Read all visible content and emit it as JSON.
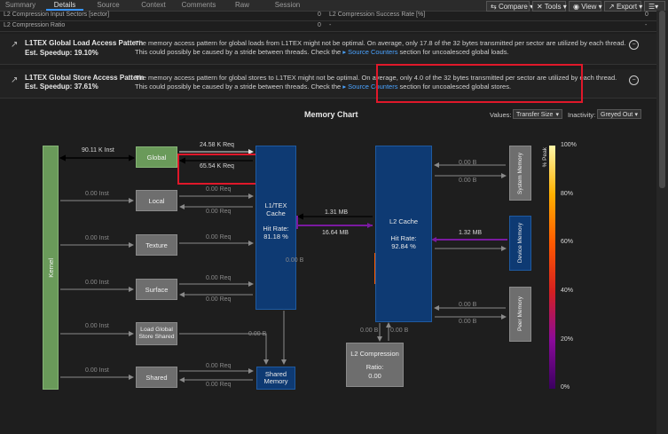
{
  "tabs": [
    {
      "label": "Summary",
      "active": false
    },
    {
      "label": "Details",
      "active": true
    },
    {
      "label": "Source",
      "active": false
    },
    {
      "label": "Context",
      "active": false
    },
    {
      "label": "Comments",
      "active": false
    },
    {
      "label": "Raw",
      "active": false
    },
    {
      "label": "Session",
      "active": false
    }
  ],
  "toolbar": {
    "compare": "Compare",
    "tools": "Tools",
    "view": "View",
    "export": "Export",
    "menu": "☰"
  },
  "rows": [
    {
      "left": "L2 Compression Input Sectors [sector]",
      "lval": "0",
      "right": "L2 Compression Success Rate [%]",
      "rval": "0"
    },
    {
      "left": "L2 Compression Ratio",
      "lval": "0",
      "right": "-",
      "rval": "-"
    }
  ],
  "sections": [
    {
      "title": "L1TEX Global Load Access Pattern",
      "speedup": "Est. Speedup: 19.10%",
      "text_a": "The memory access pattern for global loads from L1TEX might not be optimal. On average, only 17.8 of the 32 bytes transmitted per sector are utilized by each thread. This could possibly be caused by a stride between threads. Check the ",
      "link": "Source Counters",
      "text_b": " section for uncoalesced global loads."
    },
    {
      "title": "L1TEX Global Store Access Pattern",
      "speedup": "Est. Speedup: 37.61%",
      "text_a": "The memory access pattern for global stores to L1TEX might not be optimal. On average, only 4.0 of the 32 bytes transmitted per sector are utilized by each thread. This could possibly be caused by a stride between threads. Check the ",
      "link": "Source Counters",
      "text_b": " section for uncoalesced global stores."
    }
  ],
  "chart": {
    "title": "Memory Chart",
    "values_label": "Values:",
    "values_select": "Transfer Size",
    "inactivity_label": "Inactivity:",
    "inactivity_select": "Greyed Out"
  },
  "diagram": {
    "kernel": "Kernel",
    "kernel_global": "90.11 K Inst",
    "global": "Global",
    "local": "Local",
    "texture": "Texture",
    "surface": "Surface",
    "load_global_shared": "Load Global Store Shared",
    "shared": "Shared",
    "inst_local": "0.00 Inst",
    "inst_texture": "0.00 Inst",
    "inst_surface": "0.00 Inst",
    "inst_lgs": "0.00 Inst",
    "inst_shared": "0.00 Inst",
    "global_req_load": "24.58 K Req",
    "global_req_store": "65.54 K Req",
    "req_local_1": "0.00 Req",
    "req_local_2": "0.00 Req",
    "req_texture": "0.00 Req",
    "req_surface_1": "0.00 Req",
    "req_surface_2": "0.00 Req",
    "req_shared_1": "0.00 Req",
    "req_shared_2": "0.00 Req",
    "l1_name": "L1/TEX Cache",
    "l1_hit_label": "Hit Rate:",
    "l1_hit": "81.18 %",
    "l1_internal": "0.00 B",
    "l1_to_shared": "0.00 B",
    "shared_memory": "Shared Memory",
    "l2_to_l1": "1.31 MB",
    "l1_to_l2": "16.64 MB",
    "l2_name": "L2 Cache",
    "l2_hit_label": "Hit Rate:",
    "l2_hit": "92.84 %",
    "sys_bytes": "0.00 B",
    "sys_bytes_2": "0.00 B",
    "system_memory": "System Memory",
    "dev_bytes": "1.32 MB",
    "device_memory": "Device Memory",
    "peer_bytes": "0.00 B",
    "peer_bytes_2": "0.00 B",
    "peer_memory": "Peer Memory",
    "l2c_in": "0.00 B",
    "l2c_out": "0.00 B",
    "l2_compression": "L2 Compression",
    "l2c_ratio_label": "Ratio:",
    "l2c_ratio": "0.00"
  },
  "legend": {
    "title": "% Peak",
    "ticks": [
      "100%",
      "80%",
      "60%",
      "40%",
      "20%",
      "0%"
    ],
    "colors": [
      "#fff7a8",
      "#ffb000",
      "#ff5a00",
      "#d42020",
      "#8a0a9a",
      "#3a0060"
    ]
  }
}
